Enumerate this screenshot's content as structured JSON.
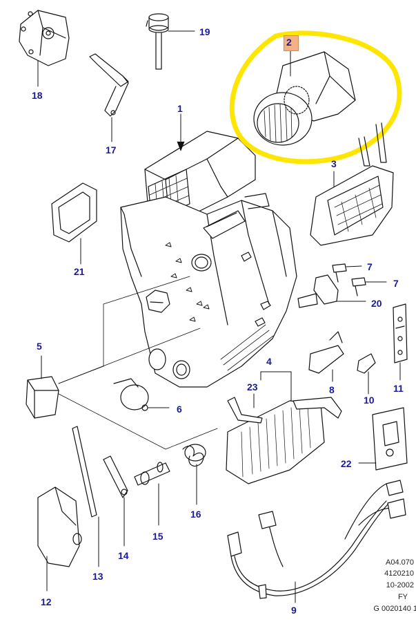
{
  "highlight": {
    "part": "2",
    "color": "#ffe600"
  },
  "colors": {
    "callout": "#1a1a99",
    "line": "#111111",
    "highlight_box": "#f4b183"
  },
  "callouts": {
    "c1": "1",
    "c2": "2",
    "c3": "3",
    "c4": "4",
    "c5": "5",
    "c6": "6",
    "c7a": "7",
    "c7b": "7",
    "c8": "8",
    "c9": "9",
    "c10": "10",
    "c11": "11",
    "c12": "12",
    "c13": "13",
    "c14": "14",
    "c15": "15",
    "c16": "16",
    "c17": "17",
    "c18": "18",
    "c19": "19",
    "c20": "20",
    "c21": "21",
    "c22": "22",
    "c23": "23"
  },
  "reference": {
    "line1": "A04.070",
    "line2": "4120210",
    "line3": "10-2002",
    "line4": "FY",
    "line5": "G 0020140 1"
  }
}
